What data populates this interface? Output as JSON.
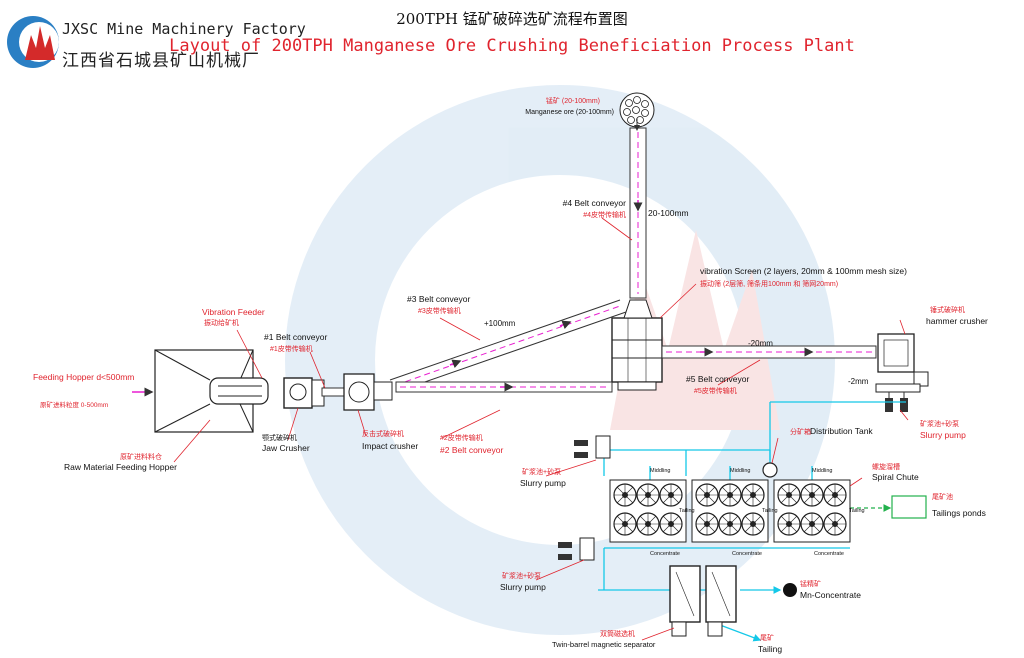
{
  "header": {
    "company_en": "JXSC Mine Machinery Factory",
    "company_cn": "江西省石城县矿山机械厂",
    "title_cn": "200TPH 锰矿破碎选矿流程布置图",
    "title_en": "Layout of 200TPH Manganese Ore Crushing Beneficiation Process Plant"
  },
  "colors": {
    "label_red": "#e0242e",
    "conveyor": "#e81fd0",
    "water": "#14c8e8",
    "line": "#333333",
    "tailing": "#22b14c"
  },
  "labels": {
    "ore_cn": "锰矿 (20-100mm)",
    "ore_en": "Manganese ore (20-100mm)",
    "belt4_en": "#4 Belt conveyor",
    "belt4_cn": "#4皮带传输机",
    "size_20_100": "20-100mm",
    "screen_en": "vibration Screen (2 layers, 20mm & 100mm mesh size)",
    "screen_cn": "振动筛 (2层筛, 筛条用100mm 和 筛网20mm)",
    "belt3_en": "#3 Belt conveyor",
    "belt3_cn": "#3皮带传输机",
    "plus100": "+100mm",
    "vfeeder_en": "Vibration Feeder",
    "vfeeder_cn": "振动给矿机",
    "belt1_en": "#1 Belt conveyor",
    "belt1_cn": "#1皮带传输机",
    "hopper_in_en": "Feeding Hopper d<500mm",
    "hopper_in_cn": "原矿进料粒度 0-500mm",
    "jaw_cn": "颚式破碎机",
    "jaw_en": "Jaw Crusher",
    "impact_cn": "反击式破碎机",
    "impact_en": "Impact crusher",
    "belt2_cn": "#2皮带传输机",
    "belt2_en": "#2 Belt conveyor",
    "hopper_cn": "原矿进料料仓",
    "hopper_en": "Raw Material Feeding Hopper",
    "minus20": "-20mm",
    "belt5_en": "#5 Belt conveyor",
    "belt5_cn": "#5皮带传输机",
    "hammer_cn": "锤式破碎机",
    "hammer_en": "hammer crusher",
    "minus2": "-2mm",
    "slurry_cn": "矿浆池+砂泵",
    "slurry_en": "Slurry pump",
    "dist_cn": "分矿箱",
    "dist_en": "Distribution Tank",
    "spiral_cn": "螺旋溜槽",
    "spiral_en": "Spiral Chute",
    "tailpond_cn": "尾矿池",
    "tailpond_en": "Tailings ponds",
    "middling": "Middling",
    "tailing_small": "Tailing",
    "concentrate": "Concentrate",
    "mnconc_cn": "锰精矿",
    "mnconc_en": "Mn-Concentrate",
    "magsep_cn": "双筒磁选机",
    "magsep_en": "Twin-barrel magnetic separator",
    "tailing_cn": "尾矿",
    "tailing_en": "Tailing"
  }
}
